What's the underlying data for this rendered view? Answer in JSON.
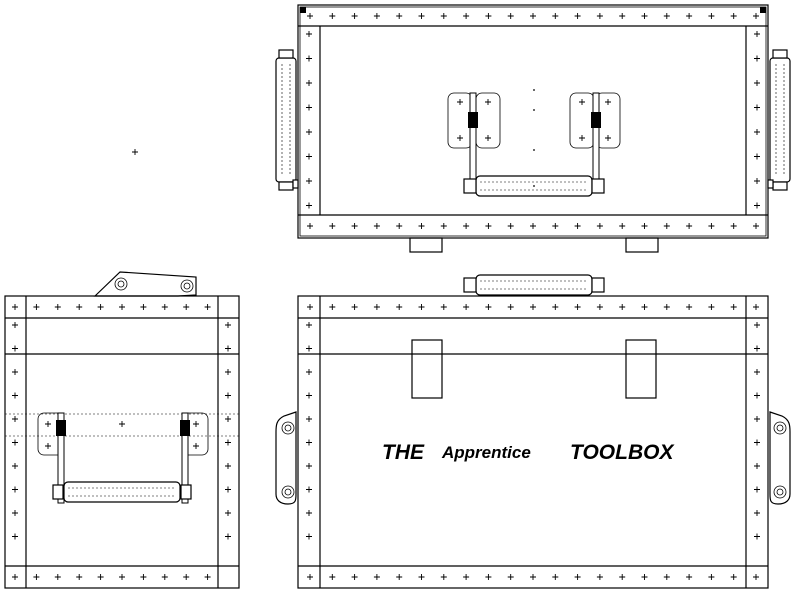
{
  "label": {
    "the": "THE",
    "apprentice": "Apprentice",
    "toolbox": "TOOLBOX"
  },
  "views": [
    "top-view",
    "side-view",
    "front-view"
  ],
  "colors": {
    "line": "#000000",
    "background": "#ffffff"
  }
}
